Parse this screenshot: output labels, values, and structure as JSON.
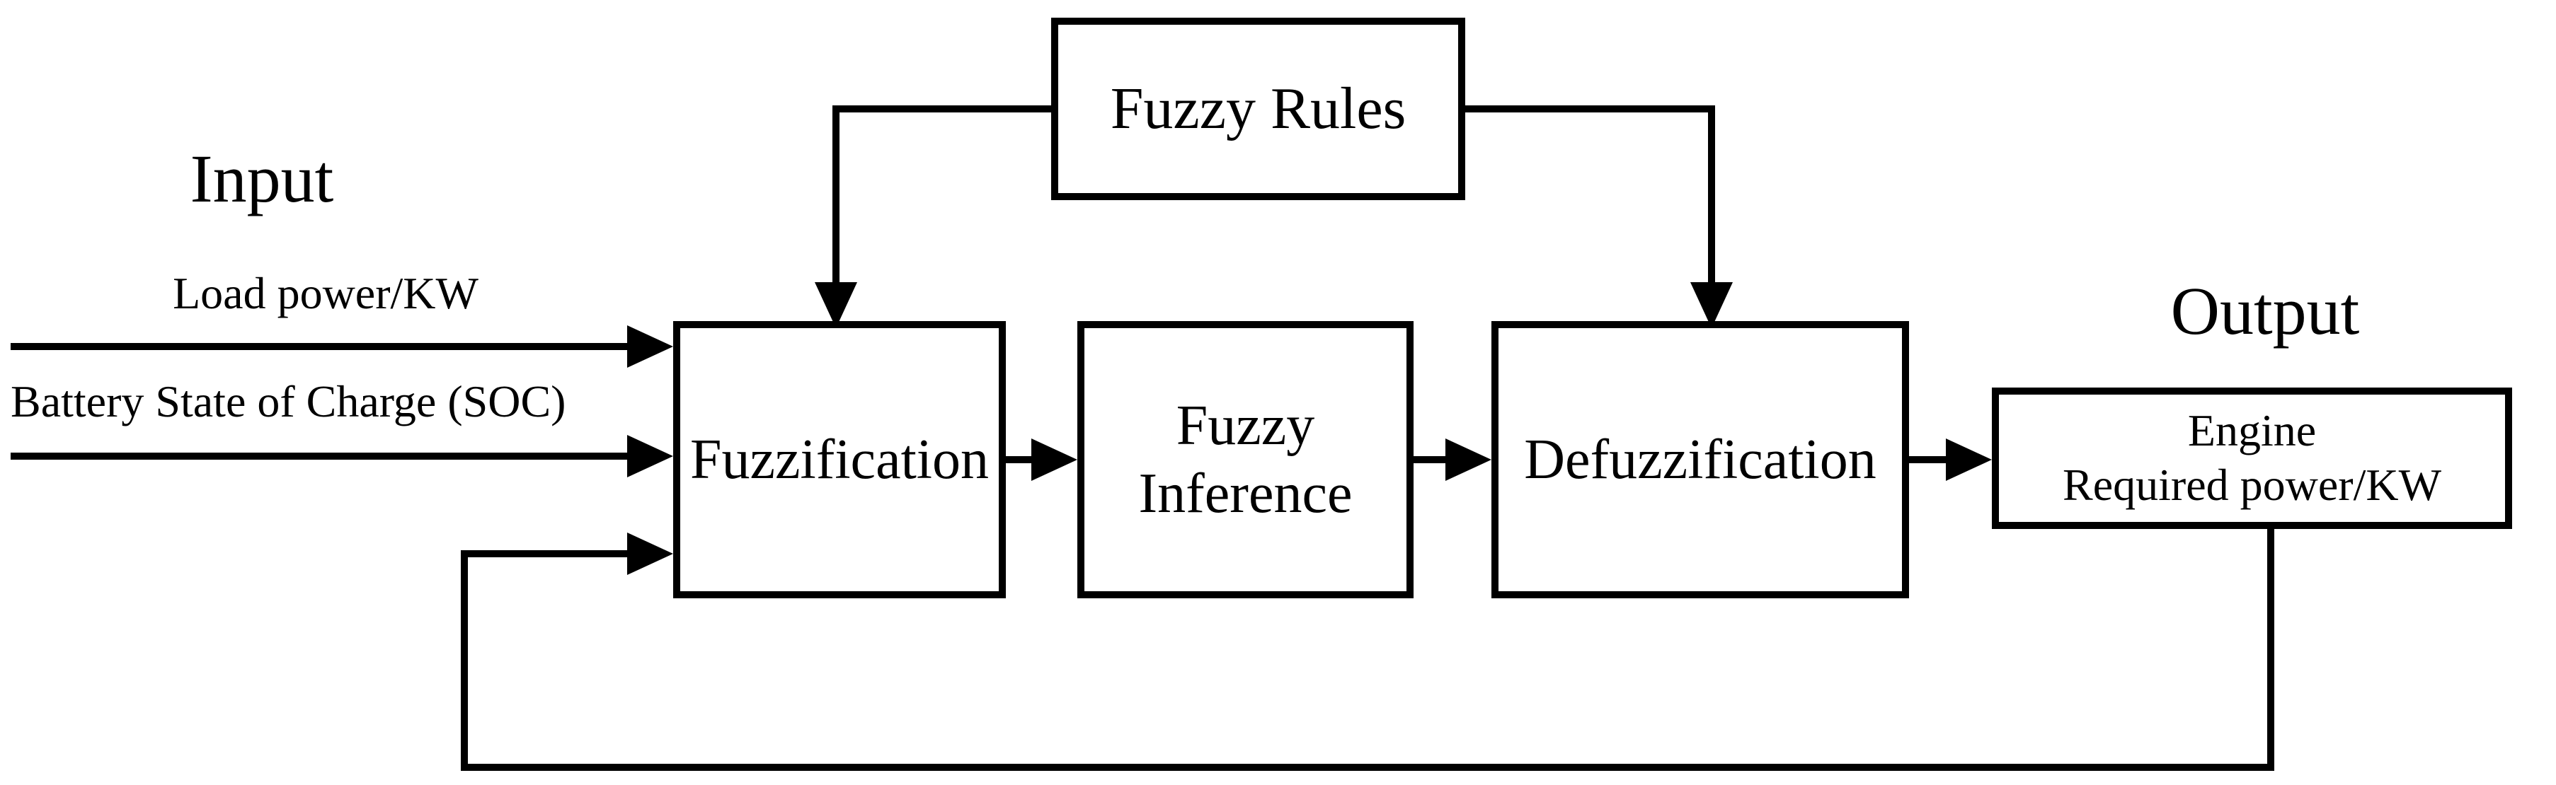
{
  "diagram": {
    "headings": {
      "input": "Input",
      "output": "Output"
    },
    "input_labels": {
      "line1": "Load power/KW",
      "line2": "Battery State of Charge (SOC)"
    },
    "boxes": {
      "fuzzy_rules": "Fuzzy Rules",
      "fuzzification": "Fuzzification",
      "fuzzy_inference_line1": "Fuzzy",
      "fuzzy_inference_line2": "Inference",
      "defuzzification": "Defuzzification",
      "engine_line1": "Engine",
      "engine_line2": "Required power/KW"
    },
    "colors": {
      "line": "#000000",
      "background": "#ffffff",
      "box_fill": "#ffffff"
    }
  }
}
